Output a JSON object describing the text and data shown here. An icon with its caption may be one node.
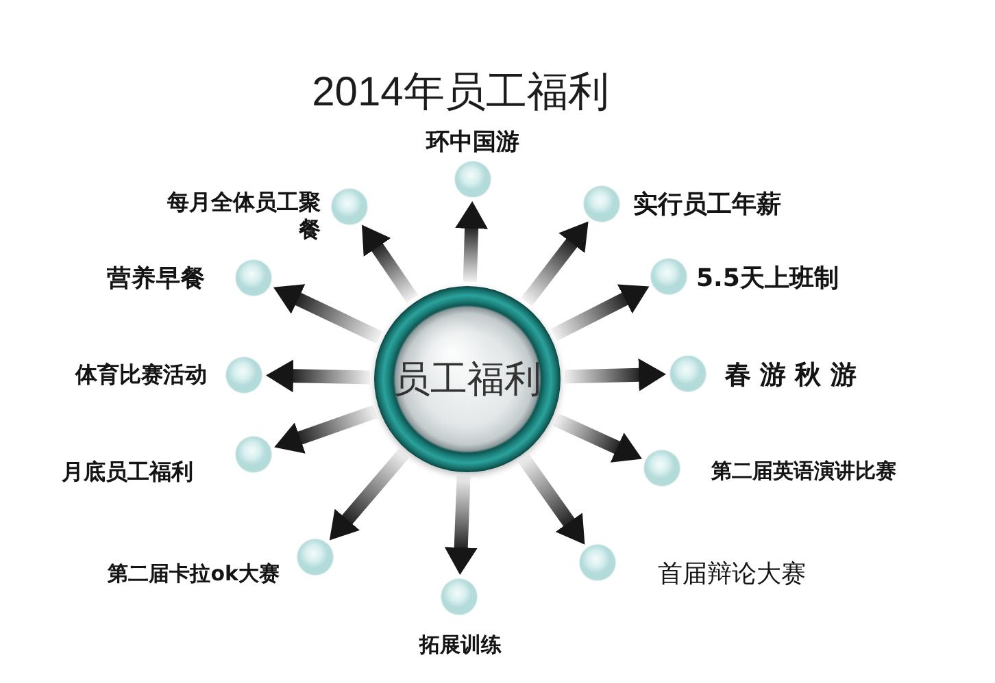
{
  "diagram": {
    "title": "2014年员工福利",
    "nodes": [
      {
        "text": [
          "员工福利"
        ]
      },
      {
        "text": [],
        "shape": "circle",
        "beside": [
          "环中国游"
        ]
      },
      {
        "text": [],
        "shape": "circle",
        "beside": [
          "实行员工年薪"
        ]
      },
      {
        "text": [],
        "shape": "circle",
        "beside": [
          "5.5天上班制"
        ]
      },
      {
        "text": [],
        "shape": "circle",
        "beside": [
          "春 游 秋 游"
        ]
      },
      {
        "text": [],
        "shape": "circle",
        "beside": [
          "第二届英语演讲比赛"
        ]
      },
      {
        "text": [],
        "shape": "circle",
        "beside": [
          "首届辩论大赛"
        ]
      },
      {
        "text": [],
        "shape": "circle",
        "beside": [
          "拓展训练"
        ]
      },
      {
        "text": [],
        "shape": "circle",
        "beside": [
          "第二届卡拉ok大赛"
        ]
      },
      {
        "text": [],
        "shape": "circle",
        "beside": [
          "月底员工福利"
        ]
      },
      {
        "text": [],
        "shape": "circle",
        "beside": [
          "体育比赛活动"
        ]
      },
      {
        "text": [],
        "shape": "circle",
        "beside": [
          "营养早餐"
        ]
      },
      {
        "text": [],
        "shape": "circle",
        "beside": [
          "每月全体员工聚餐"
        ]
      }
    ],
    "edges": [
      {
        "from": 0,
        "to": 1,
        "arrow": "to"
      },
      {
        "from": 0,
        "to": 2,
        "arrow": "to"
      },
      {
        "from": 0,
        "to": 3,
        "arrow": "to"
      },
      {
        "from": 0,
        "to": 4,
        "arrow": "to"
      },
      {
        "from": 0,
        "to": 5,
        "arrow": "to"
      },
      {
        "from": 0,
        "to": 6,
        "arrow": "to"
      },
      {
        "from": 0,
        "to": 7,
        "arrow": "to"
      },
      {
        "from": 0,
        "to": 8,
        "arrow": "to"
      },
      {
        "from": 0,
        "to": 9,
        "arrow": "to"
      },
      {
        "from": 0,
        "to": 10,
        "arrow": "to"
      },
      {
        "from": 0,
        "to": 11,
        "arrow": "to"
      },
      {
        "from": 0,
        "to": 12,
        "arrow": "to"
      }
    ]
  }
}
